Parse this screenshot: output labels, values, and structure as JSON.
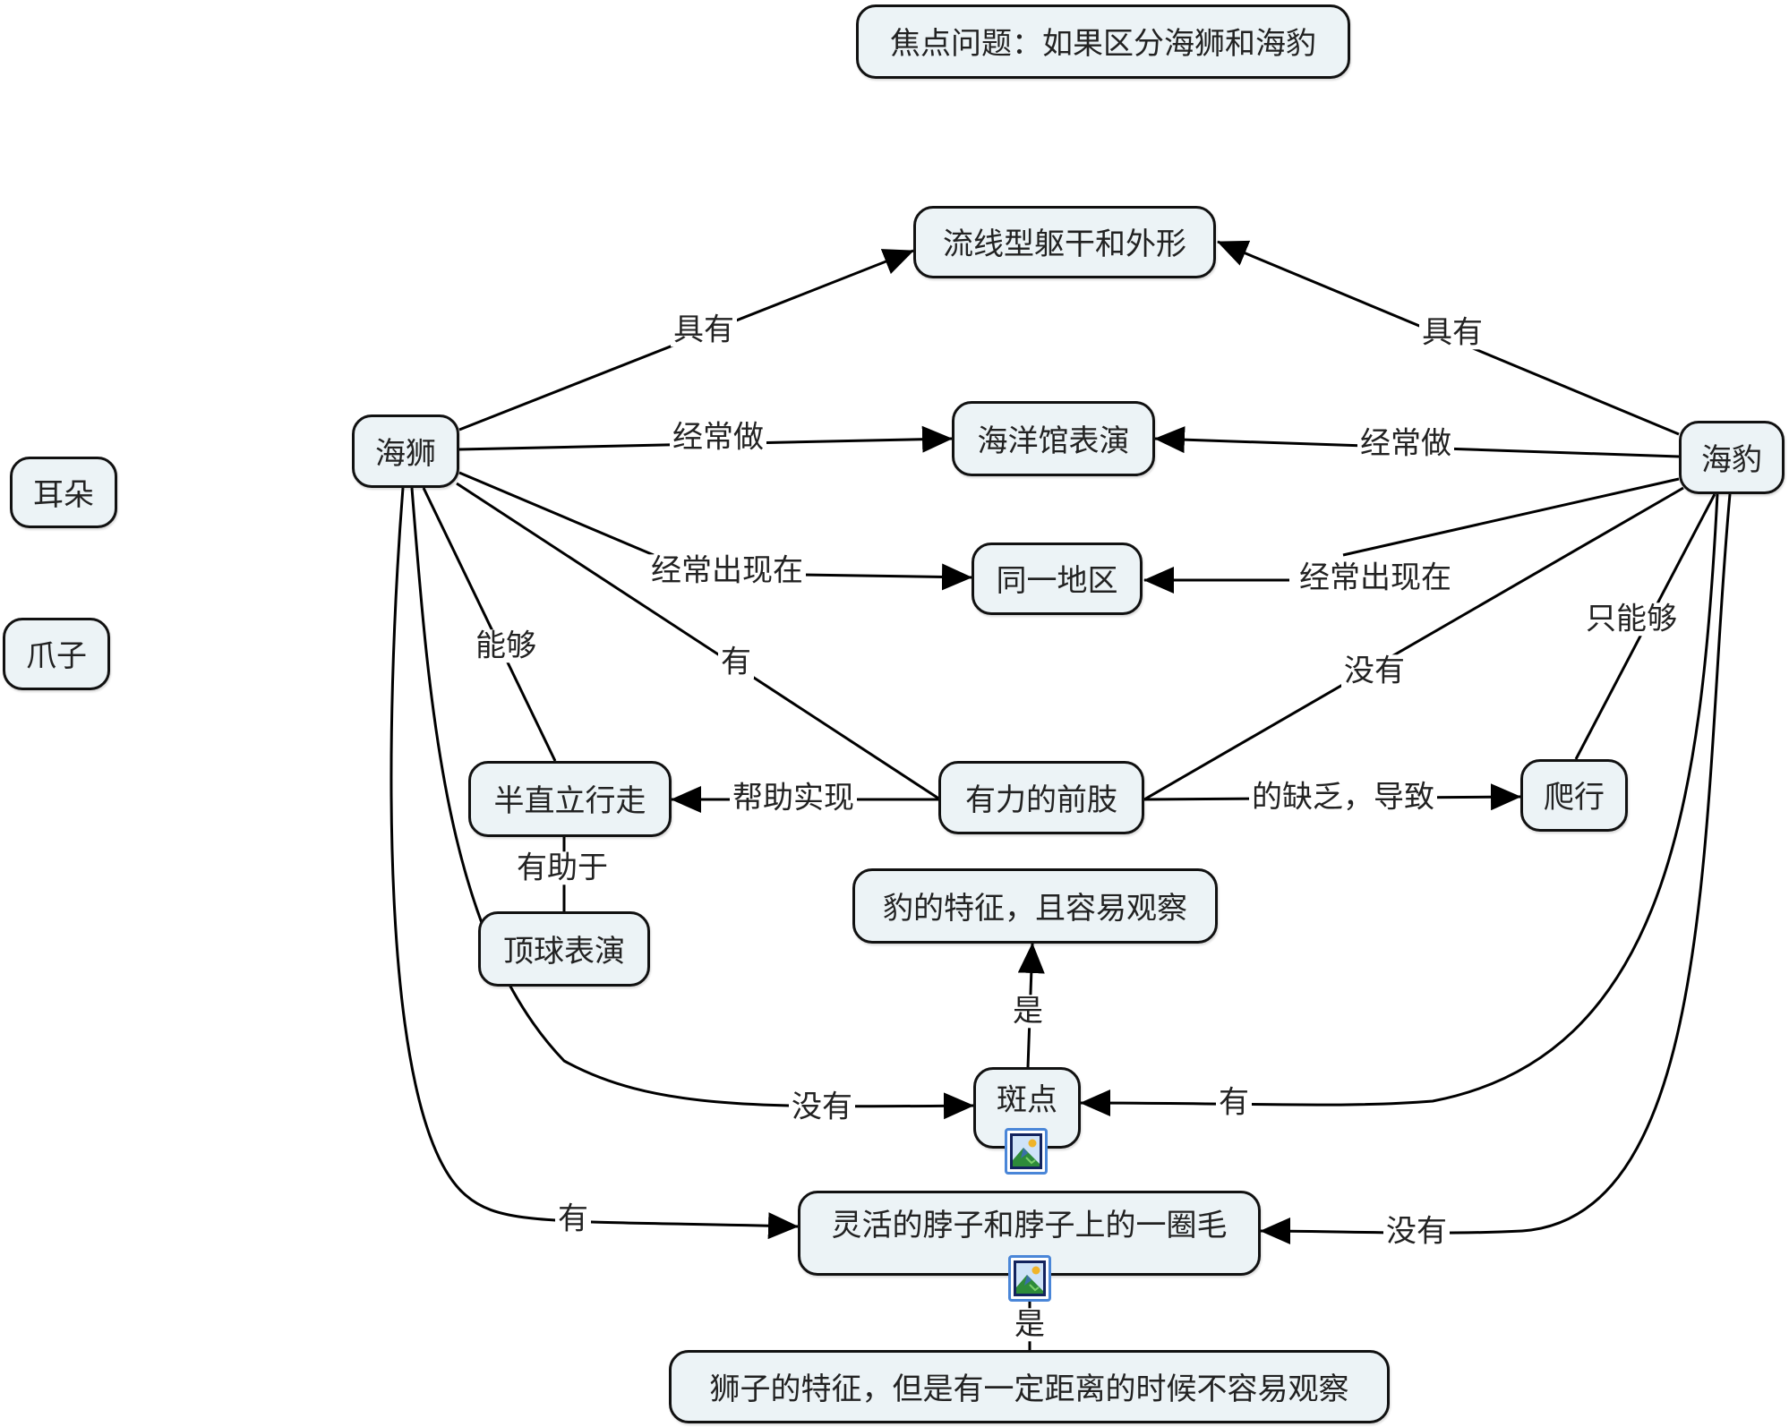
{
  "focus_question": "焦点问题：如果区分海狮和海豹",
  "nodes": {
    "streamline": "流线型躯干和外形",
    "aquarium": "海洋馆表演",
    "same_area": "同一地区",
    "sea_lion": "海狮",
    "seal": "海豹",
    "ears": "耳朵",
    "claws": "爪子",
    "semi_upright": "半直立行走",
    "forelimbs": "有力的前肢",
    "crawl": "爬行",
    "seal_trait": "豹的特征，且容易观察",
    "ball_show": "顶球表演",
    "spots": "斑点",
    "neck": "灵活的脖子和脖子上的一圈毛",
    "lion_trait": "狮子的特征，但是有一定距离的时候不容易观察"
  },
  "links": {
    "sl_streamline": "具有",
    "seal_streamline": "具有",
    "sl_aquarium": "经常做",
    "seal_aquarium": "经常做",
    "sl_area": "经常出现在",
    "seal_area": "经常出现在",
    "sl_semi": "能够",
    "sl_forelimbs": "有",
    "seal_forelimbs": "没有",
    "seal_crawl": "只能够",
    "forelimbs_semi": "帮助实现",
    "forelimbs_crawl": "的缺乏，导致",
    "semi_ball": "有助于",
    "spots_trait": "是",
    "sl_spots": "没有",
    "seal_spots": "有",
    "sl_neck": "有",
    "seal_neck": "没有",
    "neck_trait": "是"
  },
  "icons": {
    "spots_attachment": "image-icon",
    "neck_attachment": "image-icon"
  },
  "colors": {
    "node_fill": "#ecf3f6",
    "node_border": "#111111",
    "line": "#000000",
    "image_icon_border": "#4a86d8"
  }
}
